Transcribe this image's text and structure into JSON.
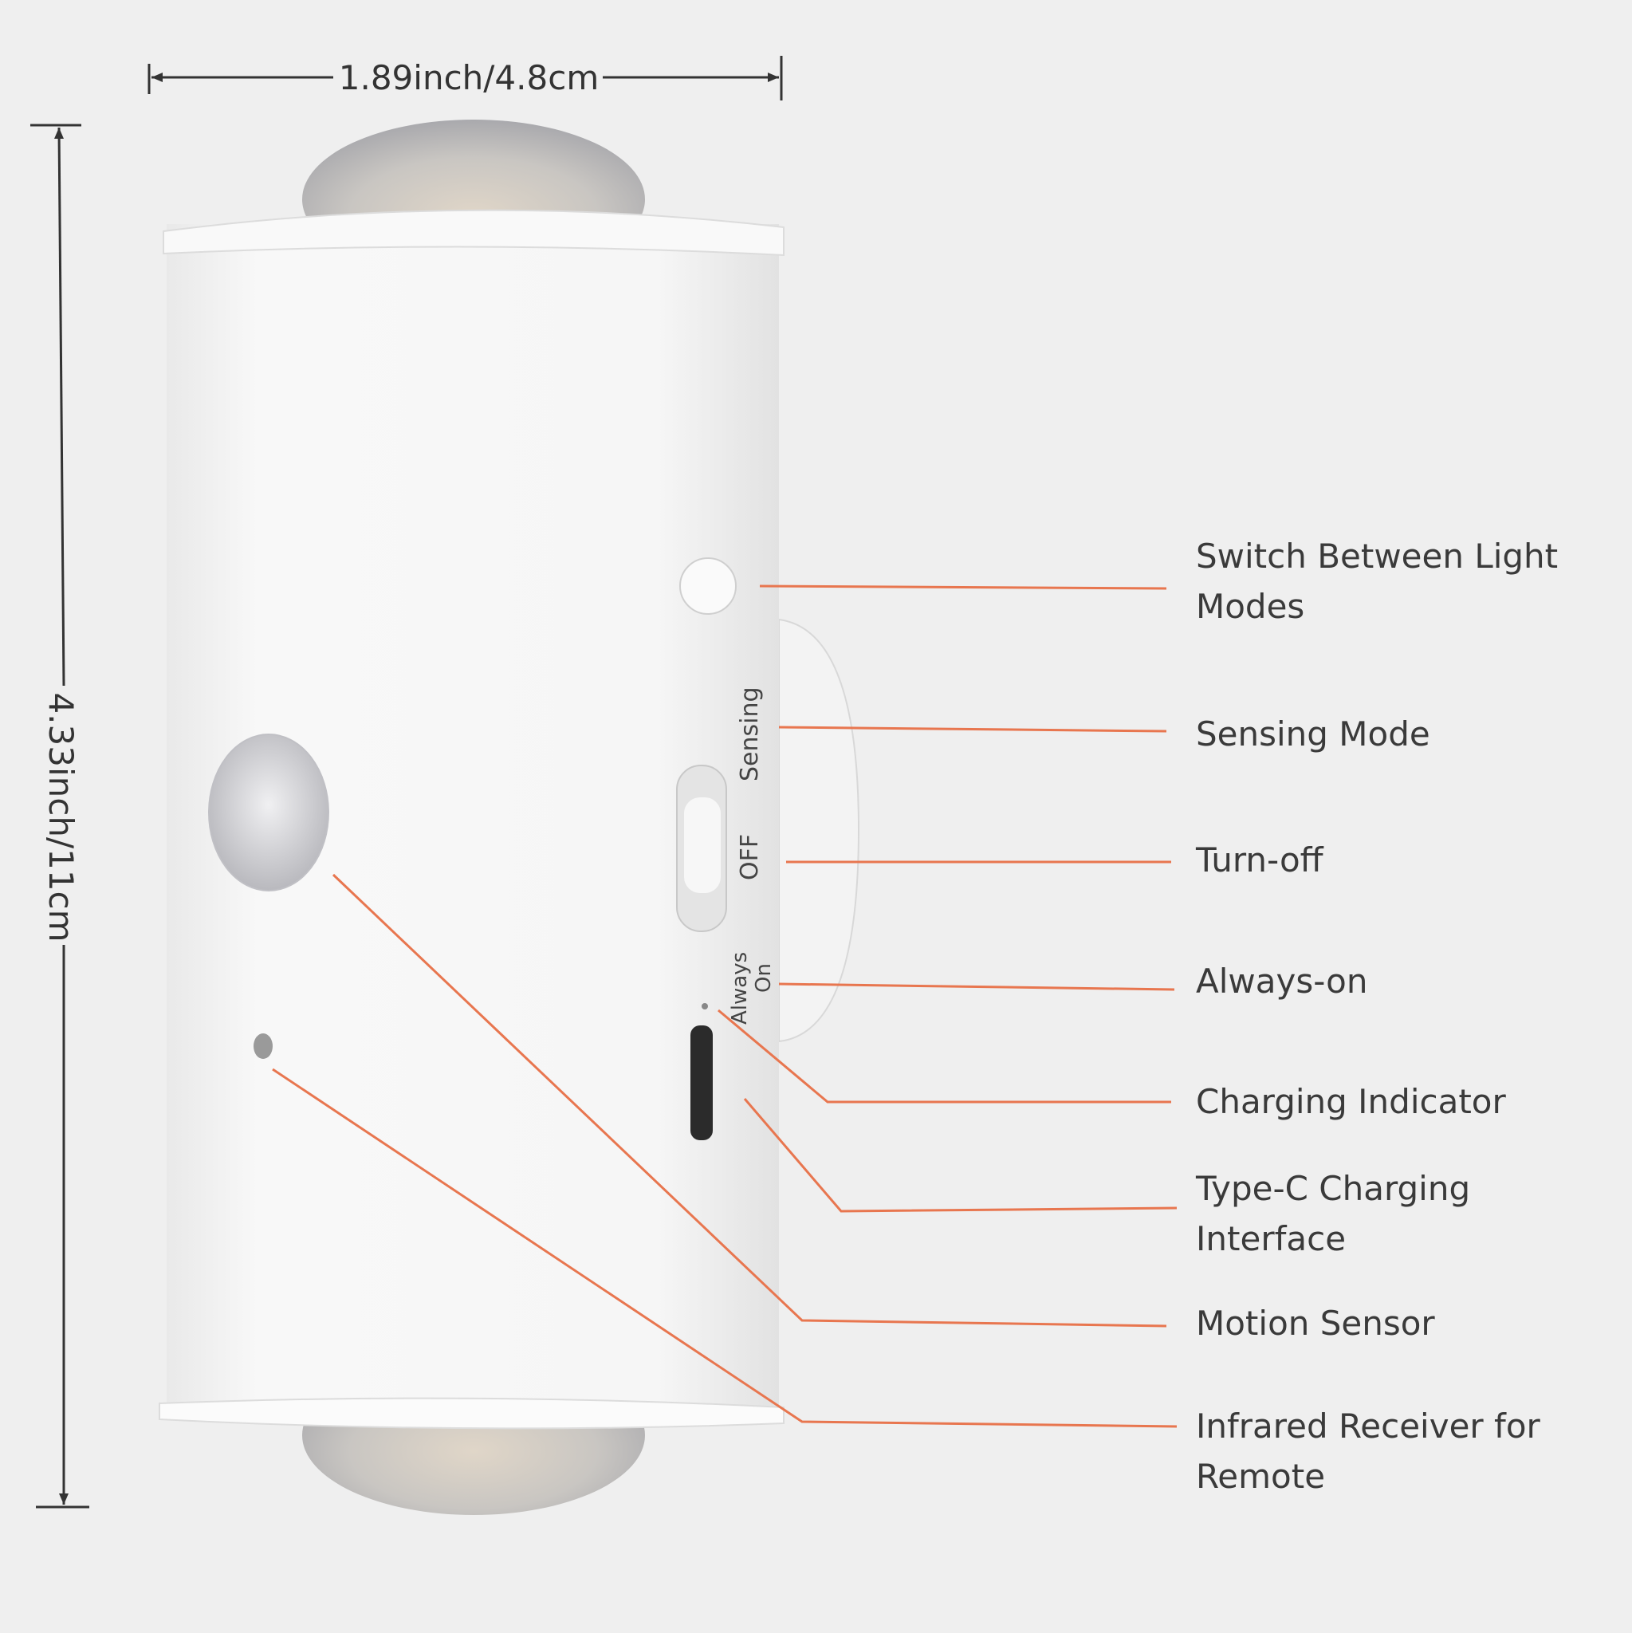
{
  "dimensions": {
    "width": "1.89inch/4.8cm",
    "height": "4.33inch/11cm"
  },
  "device_markings": {
    "sensing": "Sensing",
    "off": "OFF",
    "always": "Always",
    "on": "On"
  },
  "callouts": [
    {
      "lines": [
        "Switch Between Light",
        "Modes"
      ]
    },
    {
      "lines": [
        "Sensing Mode"
      ]
    },
    {
      "lines": [
        "Turn-off"
      ]
    },
    {
      "lines": [
        "Always-on"
      ]
    },
    {
      "lines": [
        "Charging Indicator"
      ]
    },
    {
      "lines": [
        "Type-C Charging",
        "Interface"
      ]
    },
    {
      "lines": [
        "Motion Sensor"
      ]
    },
    {
      "lines": [
        "Infrared Receiver for",
        "Remote"
      ]
    }
  ],
  "colors": {
    "leader": "#e8764f",
    "background": "#efefef"
  }
}
